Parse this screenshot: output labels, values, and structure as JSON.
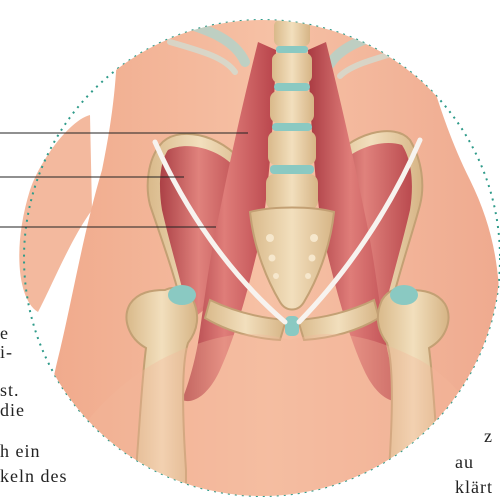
{
  "left_text": [
    "e",
    "i-",
    "st.",
    "die",
    "h ein",
    "keln des"
  ],
  "right_text": [
    "z",
    "au",
    "klärt"
  ],
  "colors": {
    "skin": "#f3b89a",
    "skin_shadow": "#e99f83",
    "bone": "#e8d2ad",
    "bone_shadow": "#c9a77b",
    "muscle": "#c9575d",
    "muscle_light": "#e07a78",
    "cartilage": "#8ac9c2",
    "frame": "#2f9b8a",
    "line": "#222222"
  }
}
